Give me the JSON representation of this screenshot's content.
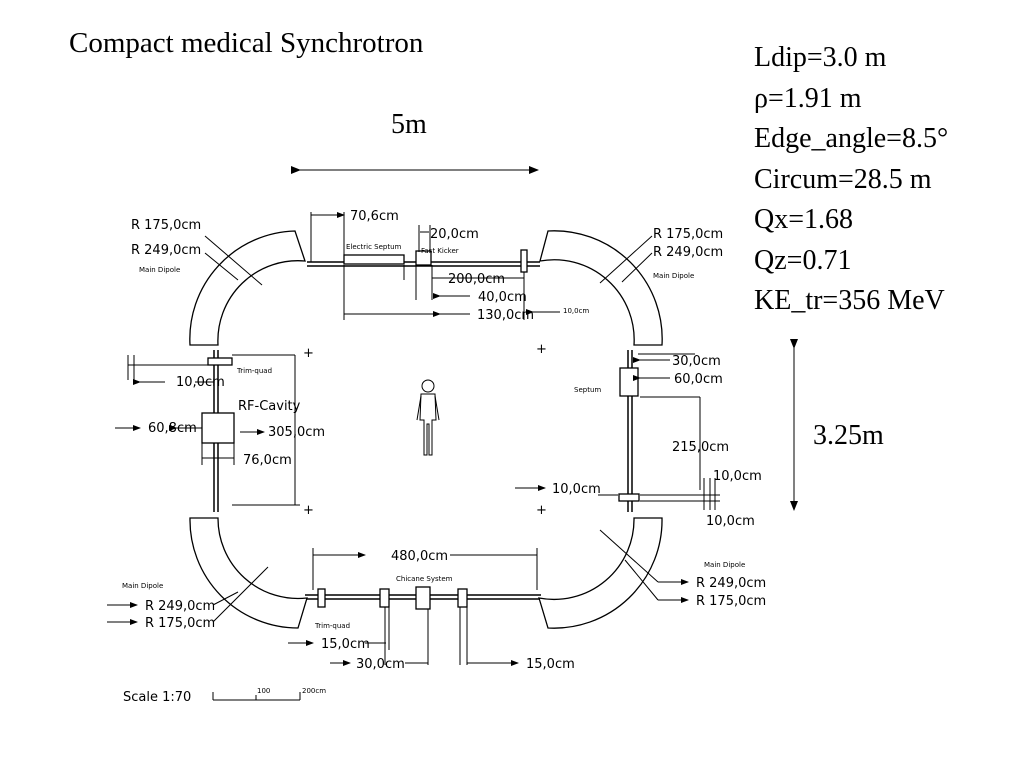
{
  "title": "Compact medical Synchrotron",
  "parameters": [
    "Ldip=3.0 m",
    "ρ=1.91 m",
    "Edge_angle=8.5°",
    "Circum=28.5 m",
    "Qx=1.68",
    "Qz=0.71",
    "KE_tr=356 MeV"
  ],
  "dimensions": {
    "width": "5m",
    "height": "3.25m"
  },
  "diagram": {
    "radius_outer_top_left": "R 175,0cm",
    "radius_inner_top_left": "R 249,0cm",
    "radius_outer_top_right": "R 175,0cm",
    "radius_inner_top_right": "R 249,0cm",
    "radius_bottom_left_a": "R 249,0cm",
    "radius_bottom_left_b": "R 175,0cm",
    "radius_bottom_right_a": "R 249,0cm",
    "radius_bottom_right_b": "R 175,0cm",
    "main_dipole_tl": "Main Dipole",
    "main_dipole_tr": "Main Dipole",
    "main_dipole_bl": "Main Dipole",
    "main_dipole_br": "Main Dipole",
    "top_dim_1": "70,6cm",
    "top_dim_2": "20,0cm",
    "top_dim_3": "200,0cm",
    "top_dim_4": "40,0cm",
    "top_dim_5": "130,0cm",
    "top_dim_6": "10,0cm",
    "electric_septum": "Electric Septum",
    "fast_kicker": "Fast Kicker",
    "trim_quad_left": "Trim-quad",
    "left_dim_1": "10,0cm",
    "rf_cavity": "RF-Cavity",
    "left_dim_2": "60,8cm",
    "left_dim_3": "305,0cm",
    "left_dim_4": "76,0cm",
    "septum": "Septum",
    "right_dim_1": "30,0cm",
    "right_dim_2": "60,0cm",
    "right_dim_3": "215,0cm",
    "right_dim_4": "10,0cm",
    "right_dim_5": "10,0cm",
    "center_dim": "10,0cm",
    "bottom_dim_1": "480,0cm",
    "chicane_system": "Chicane System",
    "trim_quad_bottom": "Trim-quad",
    "bottom_dim_2": "15,0cm",
    "bottom_dim_3": "30,0cm",
    "bottom_dim_4": "15,0cm",
    "scale_label": "Scale 1:70",
    "scale_mid": "100",
    "scale_end": "200cm"
  }
}
